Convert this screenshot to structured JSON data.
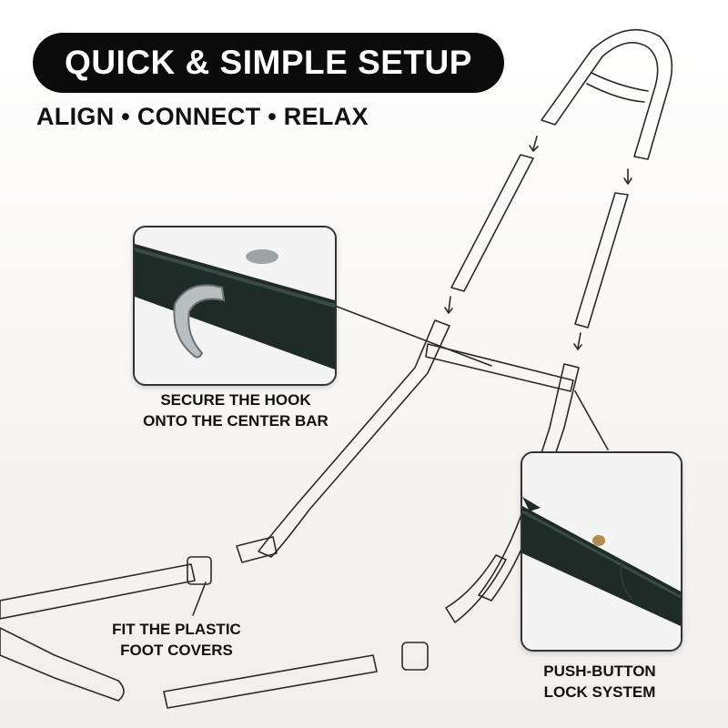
{
  "title": "QUICK & SIMPLE SETUP",
  "subtitle": "ALIGN • CONNECT • RELAX",
  "captions": {
    "hook": "SECURE THE HOOK\nONTO THE CENTER BAR",
    "foot": "FIT THE PLASTIC\nFOOT COVERS",
    "lock": "PUSH-BUTTON\nLOCK SYSTEM"
  },
  "colors": {
    "pill_bg": "#0b0b0b",
    "tube_color": "#1f2b26",
    "outline": "#2a2a2a"
  }
}
